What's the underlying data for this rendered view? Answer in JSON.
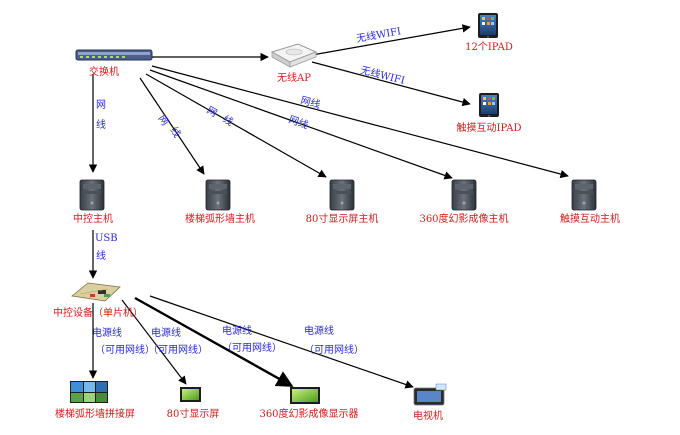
{
  "nodes": {
    "switch": "交换机",
    "wireless_ap": "无线AP",
    "ipad_12": "12个IPAD",
    "ipad_touch": "触摸互动IPAD",
    "control_host": "中控主机",
    "stair_host": "楼梯弧形墙主机",
    "screen80_host": "80寸显示屏主机",
    "holo360_host": "360度幻影成像主机",
    "touch_host": "触摸互动主机",
    "control_device": "中控设备（单片机）",
    "stair_splice": "楼梯弧形墙拼接屏",
    "screen80": "80寸显示屏",
    "holo360_display": "360度幻影成像显示器",
    "tv": "电视机"
  },
  "edges": {
    "wifi_1": "无线WIFI",
    "wifi_2": "无线WIFI",
    "net_vertical_1": "网",
    "net_vertical_2": "线",
    "net_stair_1": "网",
    "net_stair_2": "线",
    "net_80_1": "网",
    "net_80_2": "线",
    "net_360": "网线",
    "net_touch": "网线",
    "usb_1": "USB",
    "usb_2": "线",
    "power": "电源线",
    "power_alt": "（可用网线）"
  }
}
